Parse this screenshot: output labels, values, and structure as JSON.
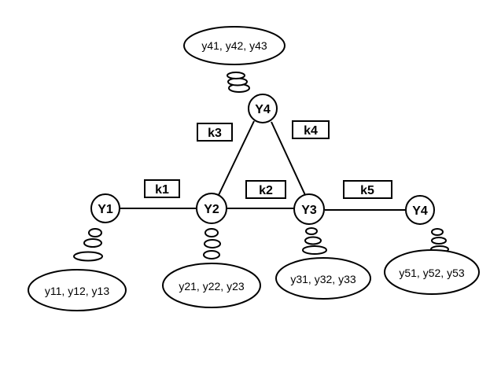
{
  "nodes": {
    "y1": "Y1",
    "y2": "Y2",
    "y3": "Y3",
    "y4_top": "Y4",
    "y4_right": "Y4"
  },
  "edge_labels": {
    "k1": "k1",
    "k2": "k2",
    "k3": "k3",
    "k4": "k4",
    "k5": "k5"
  },
  "observations": {
    "top": "y41, y42, y43",
    "y1": "y11, y12, y13",
    "y2": "y21, y22, y23",
    "y3": "y31, y32, y33",
    "y4_right": "y51, y52, y53"
  }
}
